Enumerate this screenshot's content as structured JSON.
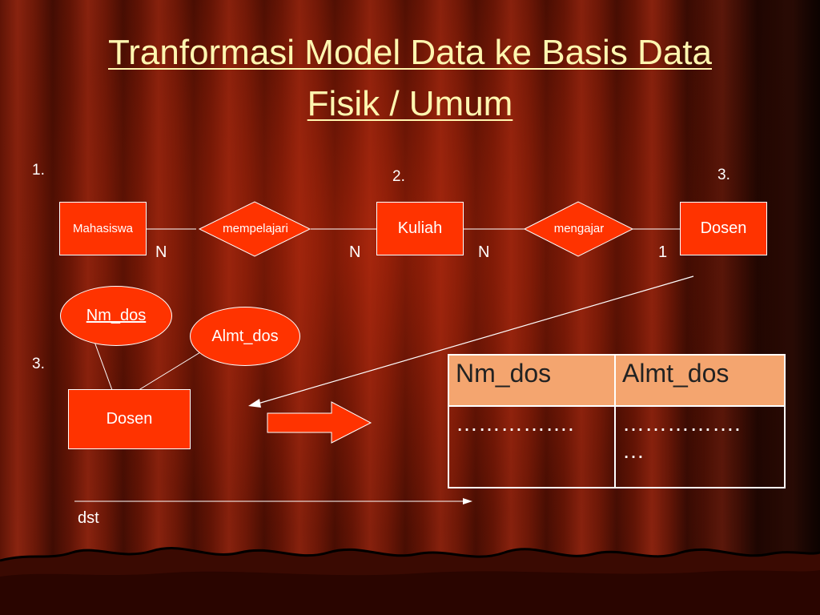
{
  "slide": {
    "title_line1": "Tranformasi Model Data ke Basis Data",
    "title_line2": "Fisik / Umum"
  },
  "step_labels": {
    "one": "1.",
    "two": "2.",
    "three_top": "3.",
    "three_left": "3."
  },
  "er_diagram": {
    "entities": [
      "Mahasiswa",
      "Kuliah",
      "Dosen"
    ],
    "relationships": [
      "mempelajari",
      "mengajar"
    ],
    "cardinalities": [
      "N",
      "N",
      "N",
      "1"
    ]
  },
  "entity_detail": {
    "entity": "Dosen",
    "attributes": [
      "Nm_dos",
      "Almt_dos"
    ]
  },
  "table": {
    "headers": [
      "Nm_dos",
      "Almt_dos"
    ],
    "cells": [
      "…………….",
      "…………….",
      "…"
    ]
  },
  "footer": {
    "continue_label": "dst"
  },
  "colors": {
    "entity_fill": "#ff3300",
    "title_color": "#fff6b0",
    "table_header": "#f4a56f"
  }
}
